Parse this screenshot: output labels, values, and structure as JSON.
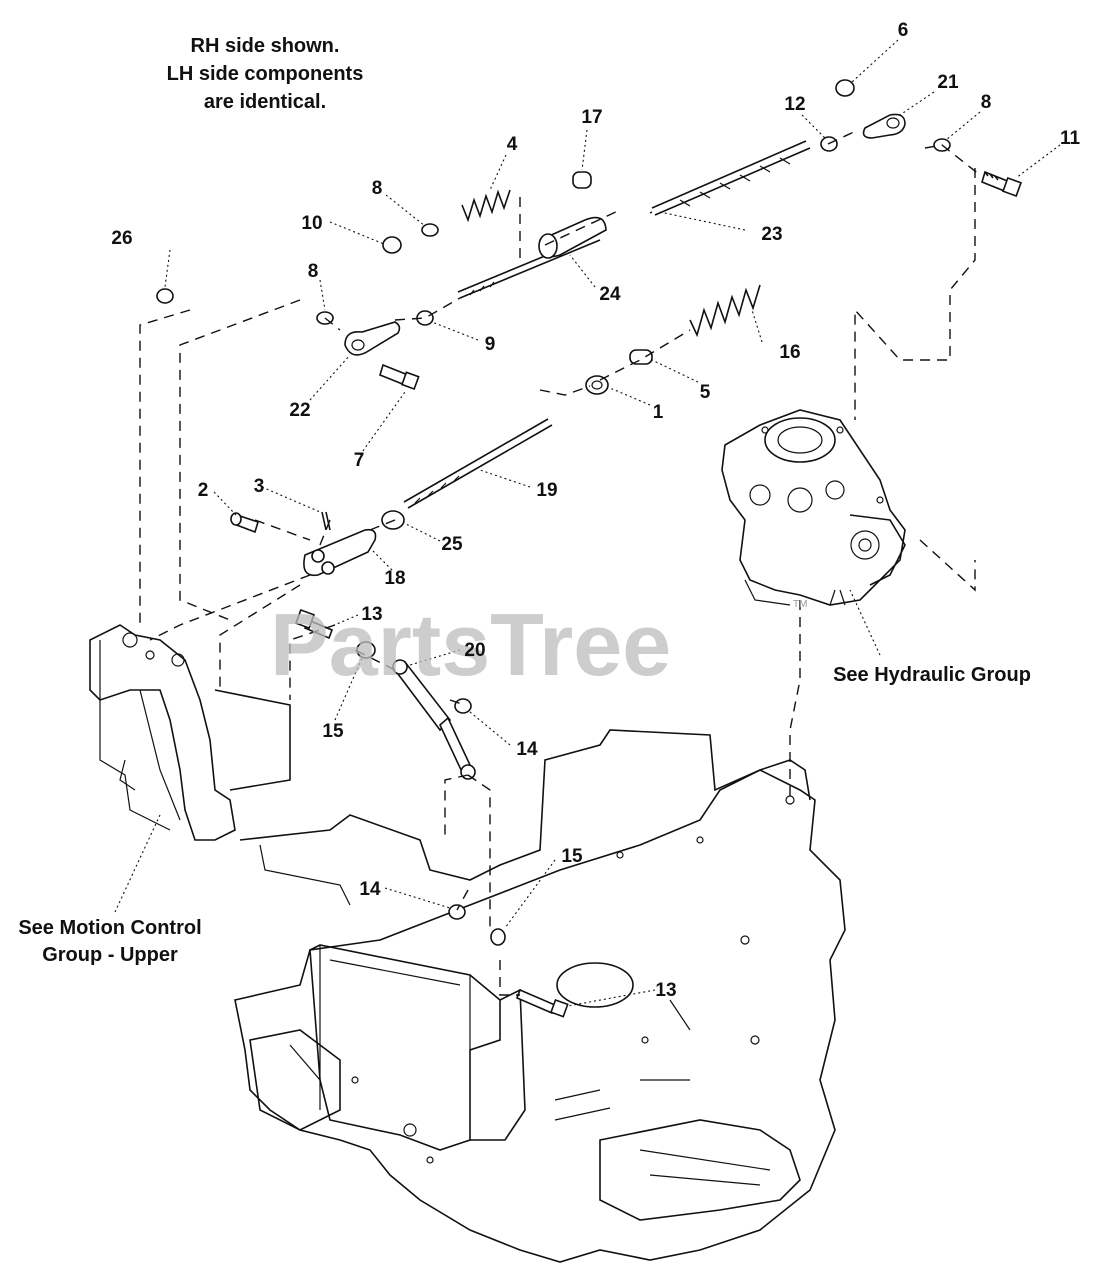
{
  "notes": {
    "view_line1": "RH side shown.",
    "view_line2": "LH side components",
    "view_line3": "are identical.",
    "hydraulic": "See Hydraulic Group",
    "motion_line1": "See Motion Control",
    "motion_line2": "Group - Upper"
  },
  "watermark": {
    "text": "PartsTree",
    "tm": "TM"
  },
  "callouts": {
    "c1": "1",
    "c2": "2",
    "c3": "3",
    "c4": "4",
    "c5": "5",
    "c6": "6",
    "c7": "7",
    "c8a": "8",
    "c8b": "8",
    "c8c": "8",
    "c9": "9",
    "c10": "10",
    "c11": "11",
    "c12": "12",
    "c13a": "13",
    "c13b": "13",
    "c14a": "14",
    "c14b": "14",
    "c15a": "15",
    "c15b": "15",
    "c16": "16",
    "c17": "17",
    "c18": "18",
    "c19": "19",
    "c20": "20",
    "c21": "21",
    "c22": "22",
    "c23": "23",
    "c24": "24",
    "c25": "25",
    "c26": "26"
  }
}
